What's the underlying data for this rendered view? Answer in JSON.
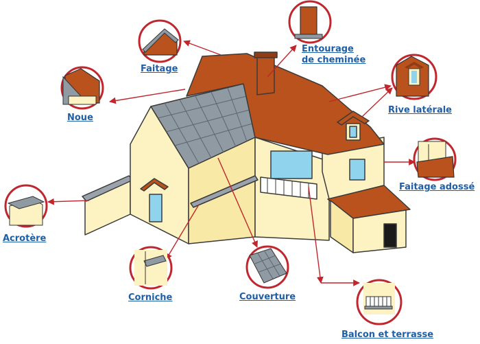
{
  "labels": {
    "faitage": "Faitage",
    "entourage_line1": "Entourage",
    "entourage_line2": "de cheminée",
    "noue": "Noue",
    "rive": "Rive latérale",
    "faitage_adosse": "Faitage adossé",
    "acrotere": "Acrotère",
    "corniche": "Corniche",
    "couverture": "Couverture",
    "balcon": "Balcon et terrasse"
  },
  "colors": {
    "label": "#1f5fa8",
    "leader": "#c0262d",
    "roof": "#b9521c",
    "wall": "#fdf3c2",
    "wall_shade": "#f2e18c",
    "slate": "#8f9aa3",
    "window": "#8fd3ec",
    "outline": "#3a3a3a"
  }
}
